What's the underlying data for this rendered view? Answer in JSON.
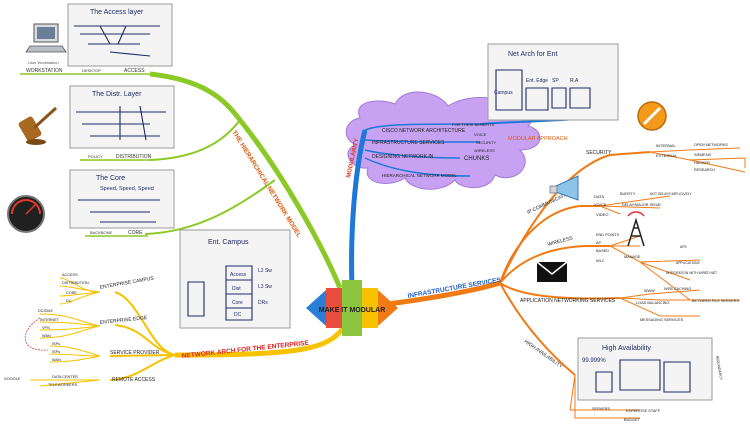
{
  "center": {
    "label": "MAKE IT MODULAR"
  },
  "branches": {
    "hierarchical": {
      "title": "THE HIERARCHICAL NETWORK MODEL",
      "access": {
        "label": "ACCESS",
        "items": [
          "WORKSTATION",
          "DESKTOP"
        ],
        "sketch_title": "The Access layer",
        "icon_caption": "User Workstation"
      },
      "distribution": {
        "label": "DISTRIBUTION",
        "items": [
          "POLICY"
        ],
        "sketch_title": "The Distr. Layer"
      },
      "core": {
        "label": "CORE",
        "items": [
          "BACKBONE"
        ],
        "sketch_title": "The Core",
        "sketch_note": "Speed, Speed, Speed"
      }
    },
    "modularity": {
      "title": "MODULARITY",
      "items": [
        "CISCO NETWORK ARCHITECTURE",
        "INFRASTRUCTURE SERVICES",
        "DESIGNING NETWORK IN",
        "HIERARCHICAL NETWORK MODEL"
      ],
      "for_their_benefits": "FOR THEIR BENEFITS",
      "chunks": "CHUNKS",
      "services_sub": [
        "VOICE",
        "SECURITY",
        "WIRELESS"
      ],
      "modular_approach": "MODULAR APPROACH",
      "sketch_title": "Net Arch for Ent",
      "sketch_labels": [
        "Campus",
        "Ent. Edge",
        "SP",
        "R.A"
      ]
    },
    "infrastructure": {
      "title": "INFRASTRUCTURE SERVICES",
      "security": {
        "label": "SECURITY",
        "items": [
          "INTERNAL",
          "EXTERNAL"
        ],
        "sub": [
          "OPEN NETWORKS",
          "SIEMENS",
          "HACKER",
          "RESEARCH"
        ]
      },
      "ip_comm": {
        "label": "IP COMMUNICATIONS",
        "items": [
          "DATA",
          "VOICE",
          "VIDEO"
        ],
        "sub": [
          "BURSTY",
          "NOT DELAYS IMPLICIVELY",
          "DELAY/MAJOR ISSUE"
        ]
      },
      "wireless": {
        "label": "WIRELESS",
        "items": [
          "AP",
          "WLC"
        ],
        "sub": [
          "END POINTS",
          "BASED",
          "MANAGE",
          "APS",
          "APPLICATIONS",
          "INTEGRATION WITH WIRED NET"
        ]
      },
      "app_net": {
        "label": "APPLICATION NETWORKING SERVICES",
        "items": [
          "WWW",
          "LOAD BALANCING",
          "MESSAGING SERVICES"
        ],
        "sub": [
          "WEB CACHING",
          "BETWEEN FILE SERVERS"
        ]
      },
      "high_avail": {
        "label": "HIGH AVAILABILITY",
        "items": [
          "SERVERS",
          "BUDGET"
        ],
        "sub": [
          "REDUNDANCY",
          "EXPERTISE STAFF"
        ],
        "sketch_title": "High Availability",
        "sketch_figure": "99.999%"
      }
    },
    "network_arch": {
      "title": "NETWORK ARCH FOR THE ENTERPRISE",
      "campus": {
        "label": "ENTERPRISE CAMPUS",
        "items": [
          "ACCESS",
          "DISTRIBUTION",
          "CORE",
          "DC"
        ]
      },
      "edge": {
        "label": "ENTERPRISE EDGE",
        "items": [
          "DC/DMZ",
          "INTERNET",
          "VPN",
          "WAN"
        ]
      },
      "sp": {
        "label": "SERVICE PROVIDER",
        "items": [
          "ISPs",
          "ISPs",
          "WAN"
        ]
      },
      "remote": {
        "label": "REMOTE ACCESS",
        "items": [
          "DATA CENTER",
          "TELEWORKERS"
        ],
        "google": "GOOGLE"
      },
      "sketch_title": "Ent. Campus",
      "sketch_labels": [
        "L2 Sw",
        "L3 Sw",
        "DRs",
        "Access",
        "Dist",
        "Core",
        "DC"
      ]
    }
  }
}
